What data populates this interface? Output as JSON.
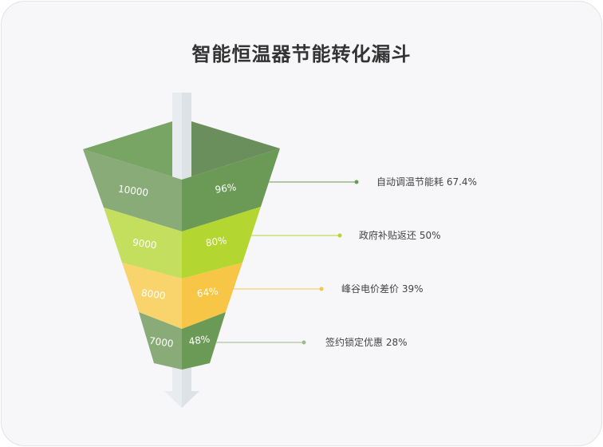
{
  "chart_data": {
    "type": "funnel",
    "title": "智能恒温器节能转化漏斗",
    "stages": [
      {
        "value": 10000,
        "percent_label": "96%",
        "legend": "自动调温节能耗 67.4%",
        "color_left": "#89ab78",
        "color_right": "#6b9a57"
      },
      {
        "value": 9000,
        "percent_label": "80%",
        "legend": "政府补贴返还  50%",
        "color_left": "#c4de5e",
        "color_right": "#b3d631"
      },
      {
        "value": 8000,
        "percent_label": "64%",
        "legend": "峰谷电价差价 39%",
        "color_left": "#f9d36c",
        "color_right": "#f8c647"
      },
      {
        "value": 7000,
        "percent_label": "48%",
        "legend": "签约锁定优惠  28%",
        "color_left": "#89ab78",
        "color_right": "#6b9a57"
      }
    ],
    "line_colors": [
      "#6b9a57",
      "#b3d631",
      "#f8c647",
      "#9dba8c"
    ]
  }
}
